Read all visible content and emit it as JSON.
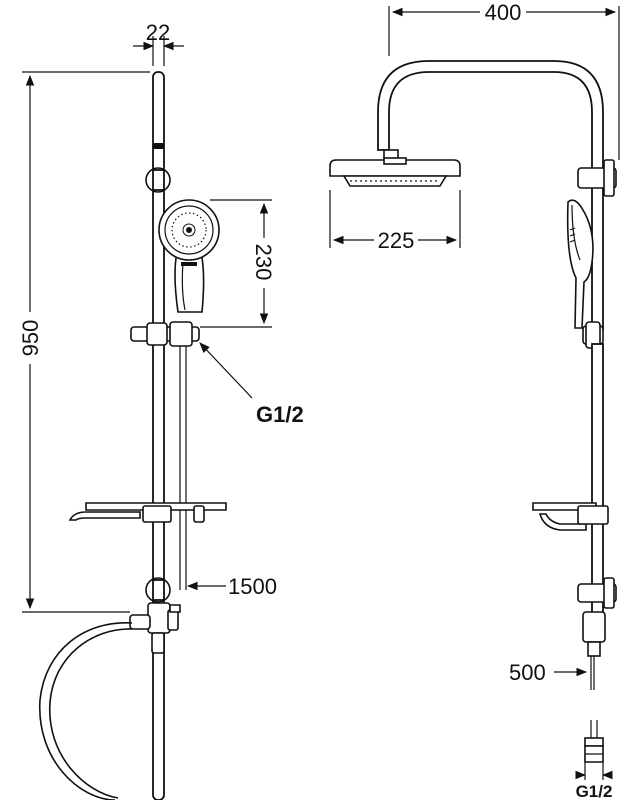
{
  "dimensions": {
    "bracket_width": "22",
    "total_height": "950",
    "hand_shower_length": "230",
    "inlet_thread_left": "G1/2",
    "hose_length": "1500",
    "arm_reach": "400",
    "head_diameter": "225",
    "outlet_length": "500",
    "inlet_thread_right": "G1/2"
  },
  "icons": {
    "arrow": "arrowhead",
    "bracket": "slide-bracket",
    "valve": "diverter-valve"
  }
}
